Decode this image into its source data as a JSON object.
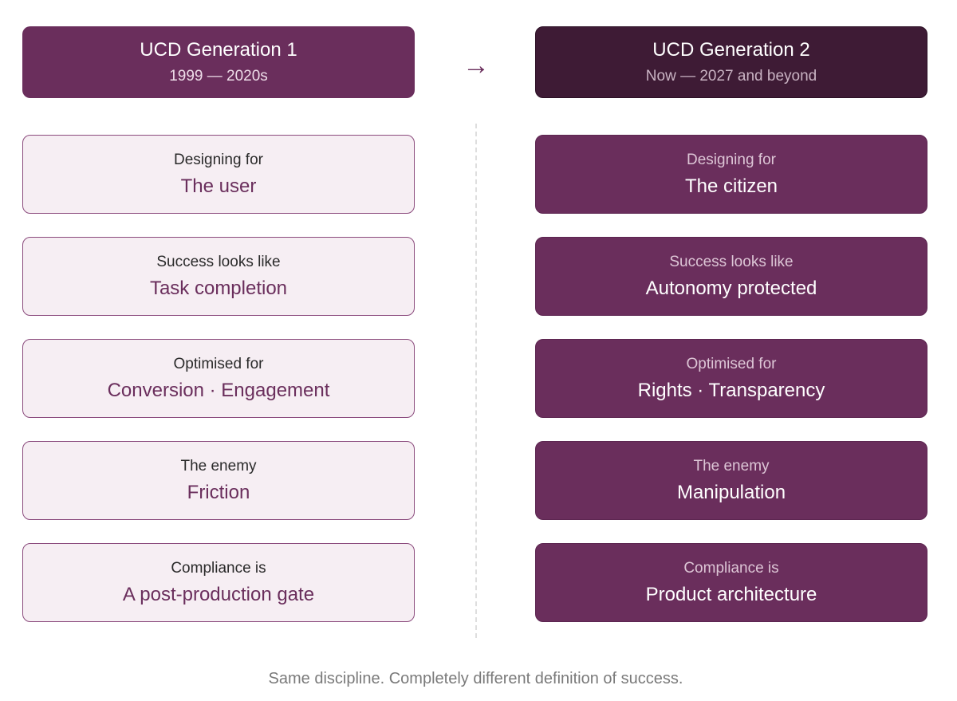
{
  "header_left": {
    "title": "UCD Generation 1",
    "subtitle": "1999 — 2020s"
  },
  "header_right": {
    "title": "UCD Generation 2",
    "subtitle": "Now — 2027 and beyond"
  },
  "arrow_icon": "arrow-right-icon",
  "rows": [
    {
      "label": "Designing for",
      "gen1": "The user",
      "gen2": "The citizen"
    },
    {
      "label": "Success looks like",
      "gen1": "Task completion",
      "gen2": "Autonomy protected"
    },
    {
      "label": "Optimised for",
      "gen1": "Conversion · Engagement",
      "gen2": "Rights · Transparency"
    },
    {
      "label": "The enemy",
      "gen1": "Friction",
      "gen2": "Manipulation"
    },
    {
      "label": "Compliance is",
      "gen1": "A post-production gate",
      "gen2": "Product architecture"
    }
  ],
  "caption": "Same discipline. Completely different definition of success.",
  "colors": {
    "plum": "#6a2e5c",
    "dark_plum": "#3e1b35",
    "light_card": "#f6eef3"
  }
}
